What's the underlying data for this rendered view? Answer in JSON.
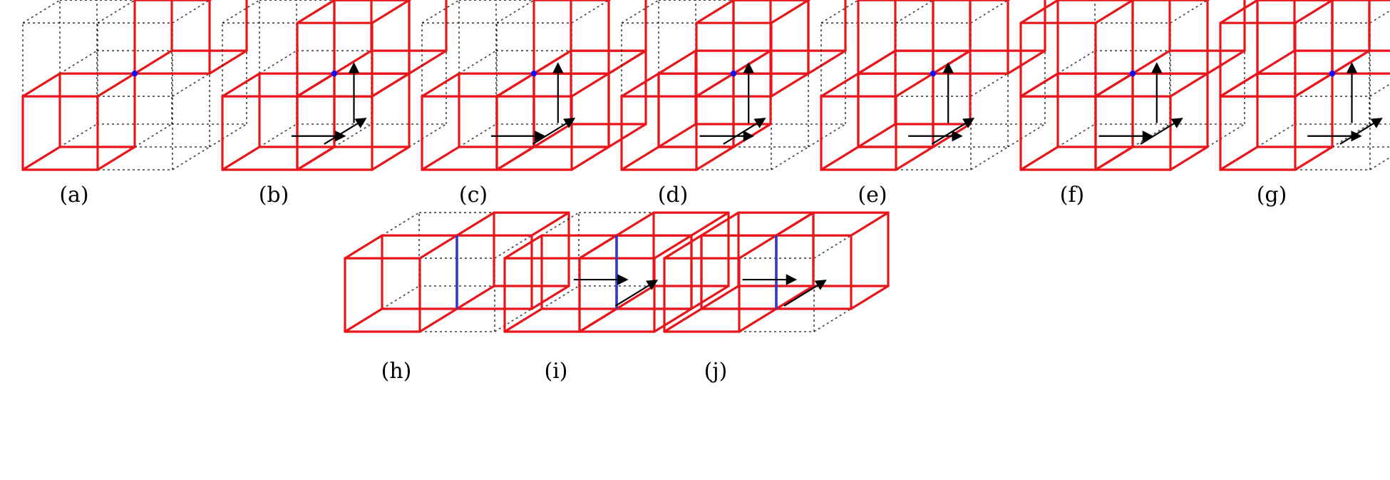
{
  "colors": {
    "background": "#ffffff",
    "highlight": "#e8161b",
    "dotted_grid": "#000000",
    "vertex": "#1010ff",
    "edge": "#2a3bd8",
    "arrow": "#000000"
  },
  "panels": [
    {
      "id": "a",
      "label": "(a)",
      "cubes": [
        [
          1,
          1,
          1
        ],
        [
          0,
          0,
          0
        ]
      ],
      "marker": "vertex",
      "arrows": []
    },
    {
      "id": "b",
      "label": "(b)",
      "cubes": [
        [
          1,
          1,
          1
        ],
        [
          1,
          0,
          1
        ],
        [
          0,
          0,
          0
        ],
        [
          1,
          0,
          0
        ]
      ],
      "marker": "vertex",
      "arrows": [
        {
          "dir": "x"
        },
        {
          "dir": "z"
        },
        {
          "dir": "y"
        }
      ]
    },
    {
      "id": "c",
      "label": "(c)",
      "cubes": [
        [
          1,
          1,
          1
        ],
        [
          1,
          1,
          0
        ],
        [
          0,
          0,
          0
        ],
        [
          1,
          0,
          0
        ]
      ],
      "marker": "vertex",
      "arrows": [
        {
          "dir": "x"
        },
        {
          "dir": "y"
        },
        {
          "dir": "z"
        }
      ]
    },
    {
      "id": "d",
      "label": "(d)",
      "cubes": [
        [
          1,
          1,
          1
        ],
        [
          0,
          1,
          0
        ],
        [
          0,
          0,
          0
        ],
        [
          1,
          0,
          1
        ]
      ],
      "marker": "vertex",
      "arrows": [
        {
          "dir": "z"
        },
        {
          "dir": "x"
        },
        {
          "dir": "y"
        }
      ]
    },
    {
      "id": "e",
      "label": "(e)",
      "cubes": [
        [
          1,
          1,
          1
        ],
        [
          0,
          1,
          1
        ],
        [
          0,
          0,
          0
        ],
        [
          0,
          1,
          0
        ]
      ],
      "marker": "vertex",
      "arrows": [
        {
          "dir": "z"
        },
        {
          "dir": "y"
        },
        {
          "dir": "x"
        }
      ]
    },
    {
      "id": "f",
      "label": "(f)",
      "cubes": [
        [
          1,
          1,
          1
        ],
        [
          0,
          0,
          1
        ],
        [
          0,
          0,
          0
        ],
        [
          1,
          0,
          0
        ]
      ],
      "marker": "vertex",
      "arrows": [
        {
          "dir": "y"
        },
        {
          "dir": "x"
        },
        {
          "dir": "z"
        }
      ]
    },
    {
      "id": "g",
      "label": "(g)",
      "cubes": [
        [
          1,
          1,
          1
        ],
        [
          0,
          0,
          1
        ],
        [
          0,
          0,
          0
        ],
        [
          0,
          1,
          1
        ]
      ],
      "marker": "vertex",
      "arrows": [
        {
          "dir": "y"
        },
        {
          "dir": "z"
        },
        {
          "dir": "x"
        }
      ]
    },
    {
      "id": "h",
      "label": "(h)",
      "cubes": [
        [
          1,
          1,
          0
        ],
        [
          0,
          0,
          0
        ]
      ],
      "marker": "edge",
      "arrows": []
    },
    {
      "id": "i",
      "label": "(i)",
      "cubes": [
        [
          1,
          1,
          0
        ],
        [
          0,
          0,
          0
        ],
        [
          1,
          0,
          0
        ]
      ],
      "marker": "edge",
      "arrows": [
        {
          "dir": "x"
        },
        {
          "dir": "y"
        }
      ]
    },
    {
      "id": "j",
      "label": "(j)",
      "cubes": [
        [
          1,
          1,
          0
        ],
        [
          0,
          0,
          0
        ],
        [
          0,
          1,
          0
        ]
      ],
      "marker": "edge",
      "arrows": [
        {
          "dir": "y"
        },
        {
          "dir": "x"
        }
      ]
    }
  ]
}
